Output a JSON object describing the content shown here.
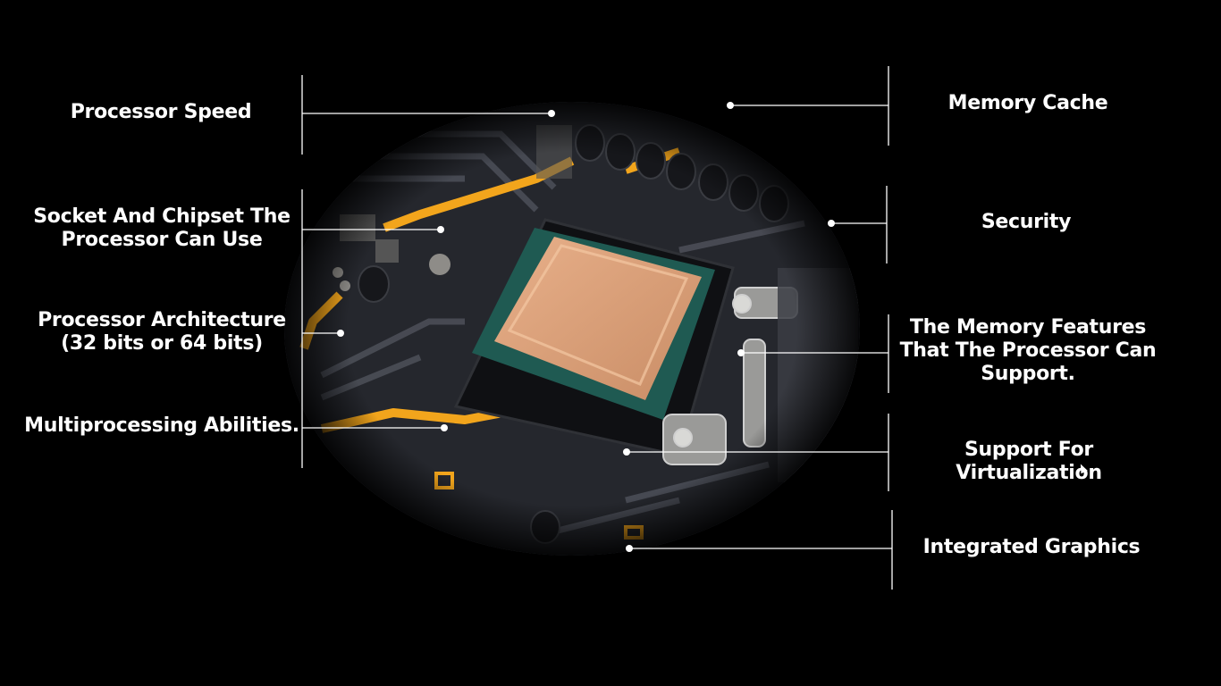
{
  "left_labels": [
    {
      "id": "processor-speed",
      "text": "Processor Speed"
    },
    {
      "id": "socket-chipset",
      "text": "Socket And Chipset The\nProcessor Can Use"
    },
    {
      "id": "processor-architecture",
      "text": "Processor Architecture\n(32 bits or 64 bits)"
    },
    {
      "id": "multiprocessing",
      "text": "Multiprocessing Abilities."
    }
  ],
  "right_labels": [
    {
      "id": "memory-cache",
      "text": "Memory Cache"
    },
    {
      "id": "security",
      "text": "Security"
    },
    {
      "id": "memory-features",
      "text": "The Memory Features\nThat The Processor Can\nSupport."
    },
    {
      "id": "virtualization",
      "text": "Support For Virtualization"
    },
    {
      "id": "integrated-graphics",
      "text": "Integrated Graphics"
    }
  ],
  "colors": {
    "background": "#000000",
    "text": "#ffffff",
    "pcb": "#2b2d33",
    "trace_accent": "#f2a51c",
    "cpu_lid": "#d9a078",
    "cpu_substrate": "#1f5a52"
  }
}
